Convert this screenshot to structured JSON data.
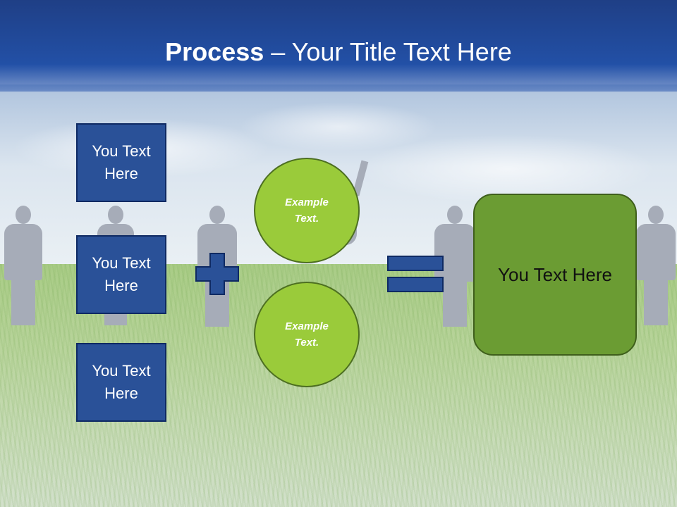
{
  "slide": {
    "title_bold": "Process",
    "title_rest": " – Your Title Text Here"
  },
  "left_boxes": [
    {
      "line1": "You Text",
      "line2": "Here"
    },
    {
      "line1": "You Text",
      "line2": "Here"
    },
    {
      "line1": "You Text",
      "line2": "Here"
    }
  ],
  "circles": [
    {
      "line1": "Example",
      "line2": "Text."
    },
    {
      "line1": "Example",
      "line2": "Text."
    }
  ],
  "result_box": {
    "text": "You Text Here"
  },
  "colors": {
    "header_blue": "#2250a6",
    "box_blue": "#2a5198",
    "circle_green": "#9acb3a",
    "result_green": "#6b9c33"
  },
  "icons": {
    "plus": "plus-icon",
    "equals": "equals-icon"
  }
}
